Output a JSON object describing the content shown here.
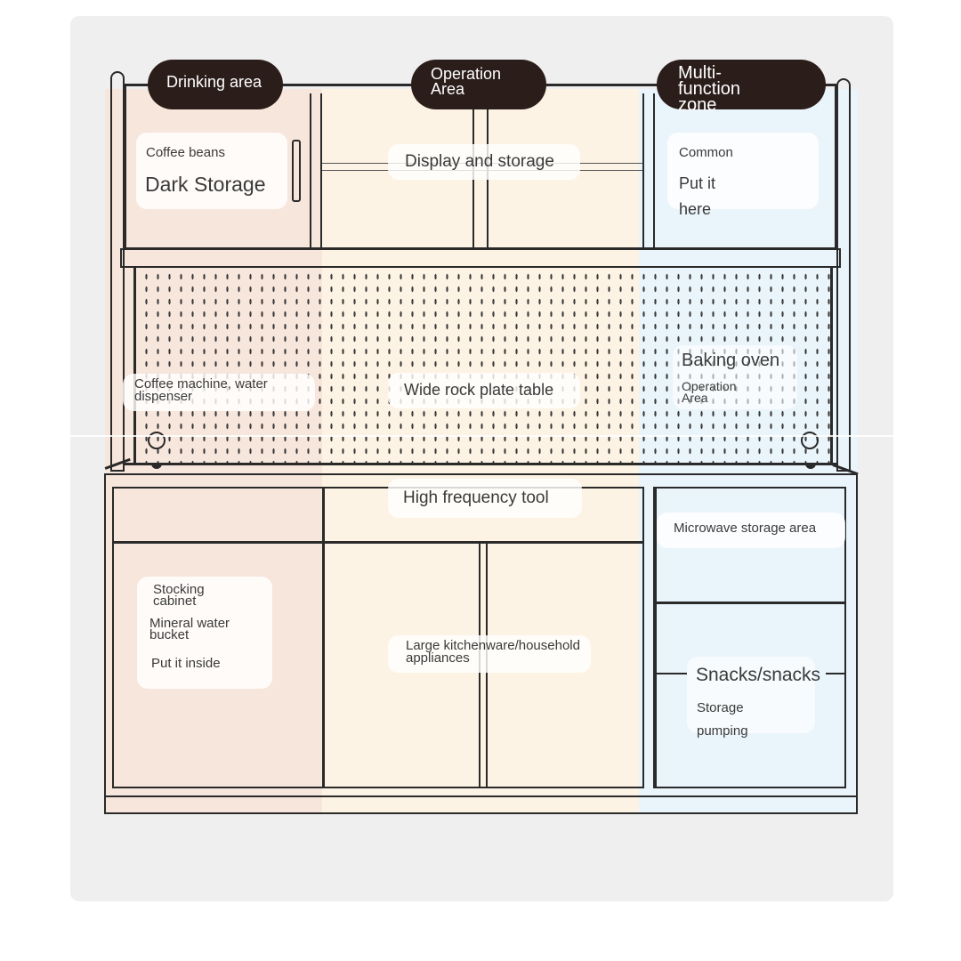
{
  "zones": {
    "drinking": {
      "title": "Drinking area",
      "upper_tag": "Coffee beans",
      "upper_title": "Dark Storage",
      "pegboard": "Coffee machine, water dispenser",
      "cabinet_lines": [
        "Stocking cabinet",
        "Mineral water bucket",
        "Put it inside"
      ]
    },
    "operation": {
      "title": "Operation Area",
      "upper": "Display and storage",
      "pegboard": "Wide rock plate table",
      "drawer": "High frequency tool",
      "cabinet": "Large kitchenware/household appliances"
    },
    "multifunction": {
      "title": "Multi-function zone",
      "upper_tag": "Common",
      "upper_lines": [
        "Put it",
        "here"
      ],
      "pegboard_title": "Baking oven",
      "pegboard_sub": "Operation Area",
      "microwave": "Microwave storage area",
      "snacks_title": "Snacks/snacks",
      "snacks_lines": [
        "Storage",
        "pumping"
      ]
    }
  },
  "colors": {
    "drinking": "#f7e6dc",
    "operation": "#fdf3e4",
    "multifunction": "#eaf4fb",
    "frame": "#2a2a2a",
    "pill": "#2b1d1a"
  }
}
